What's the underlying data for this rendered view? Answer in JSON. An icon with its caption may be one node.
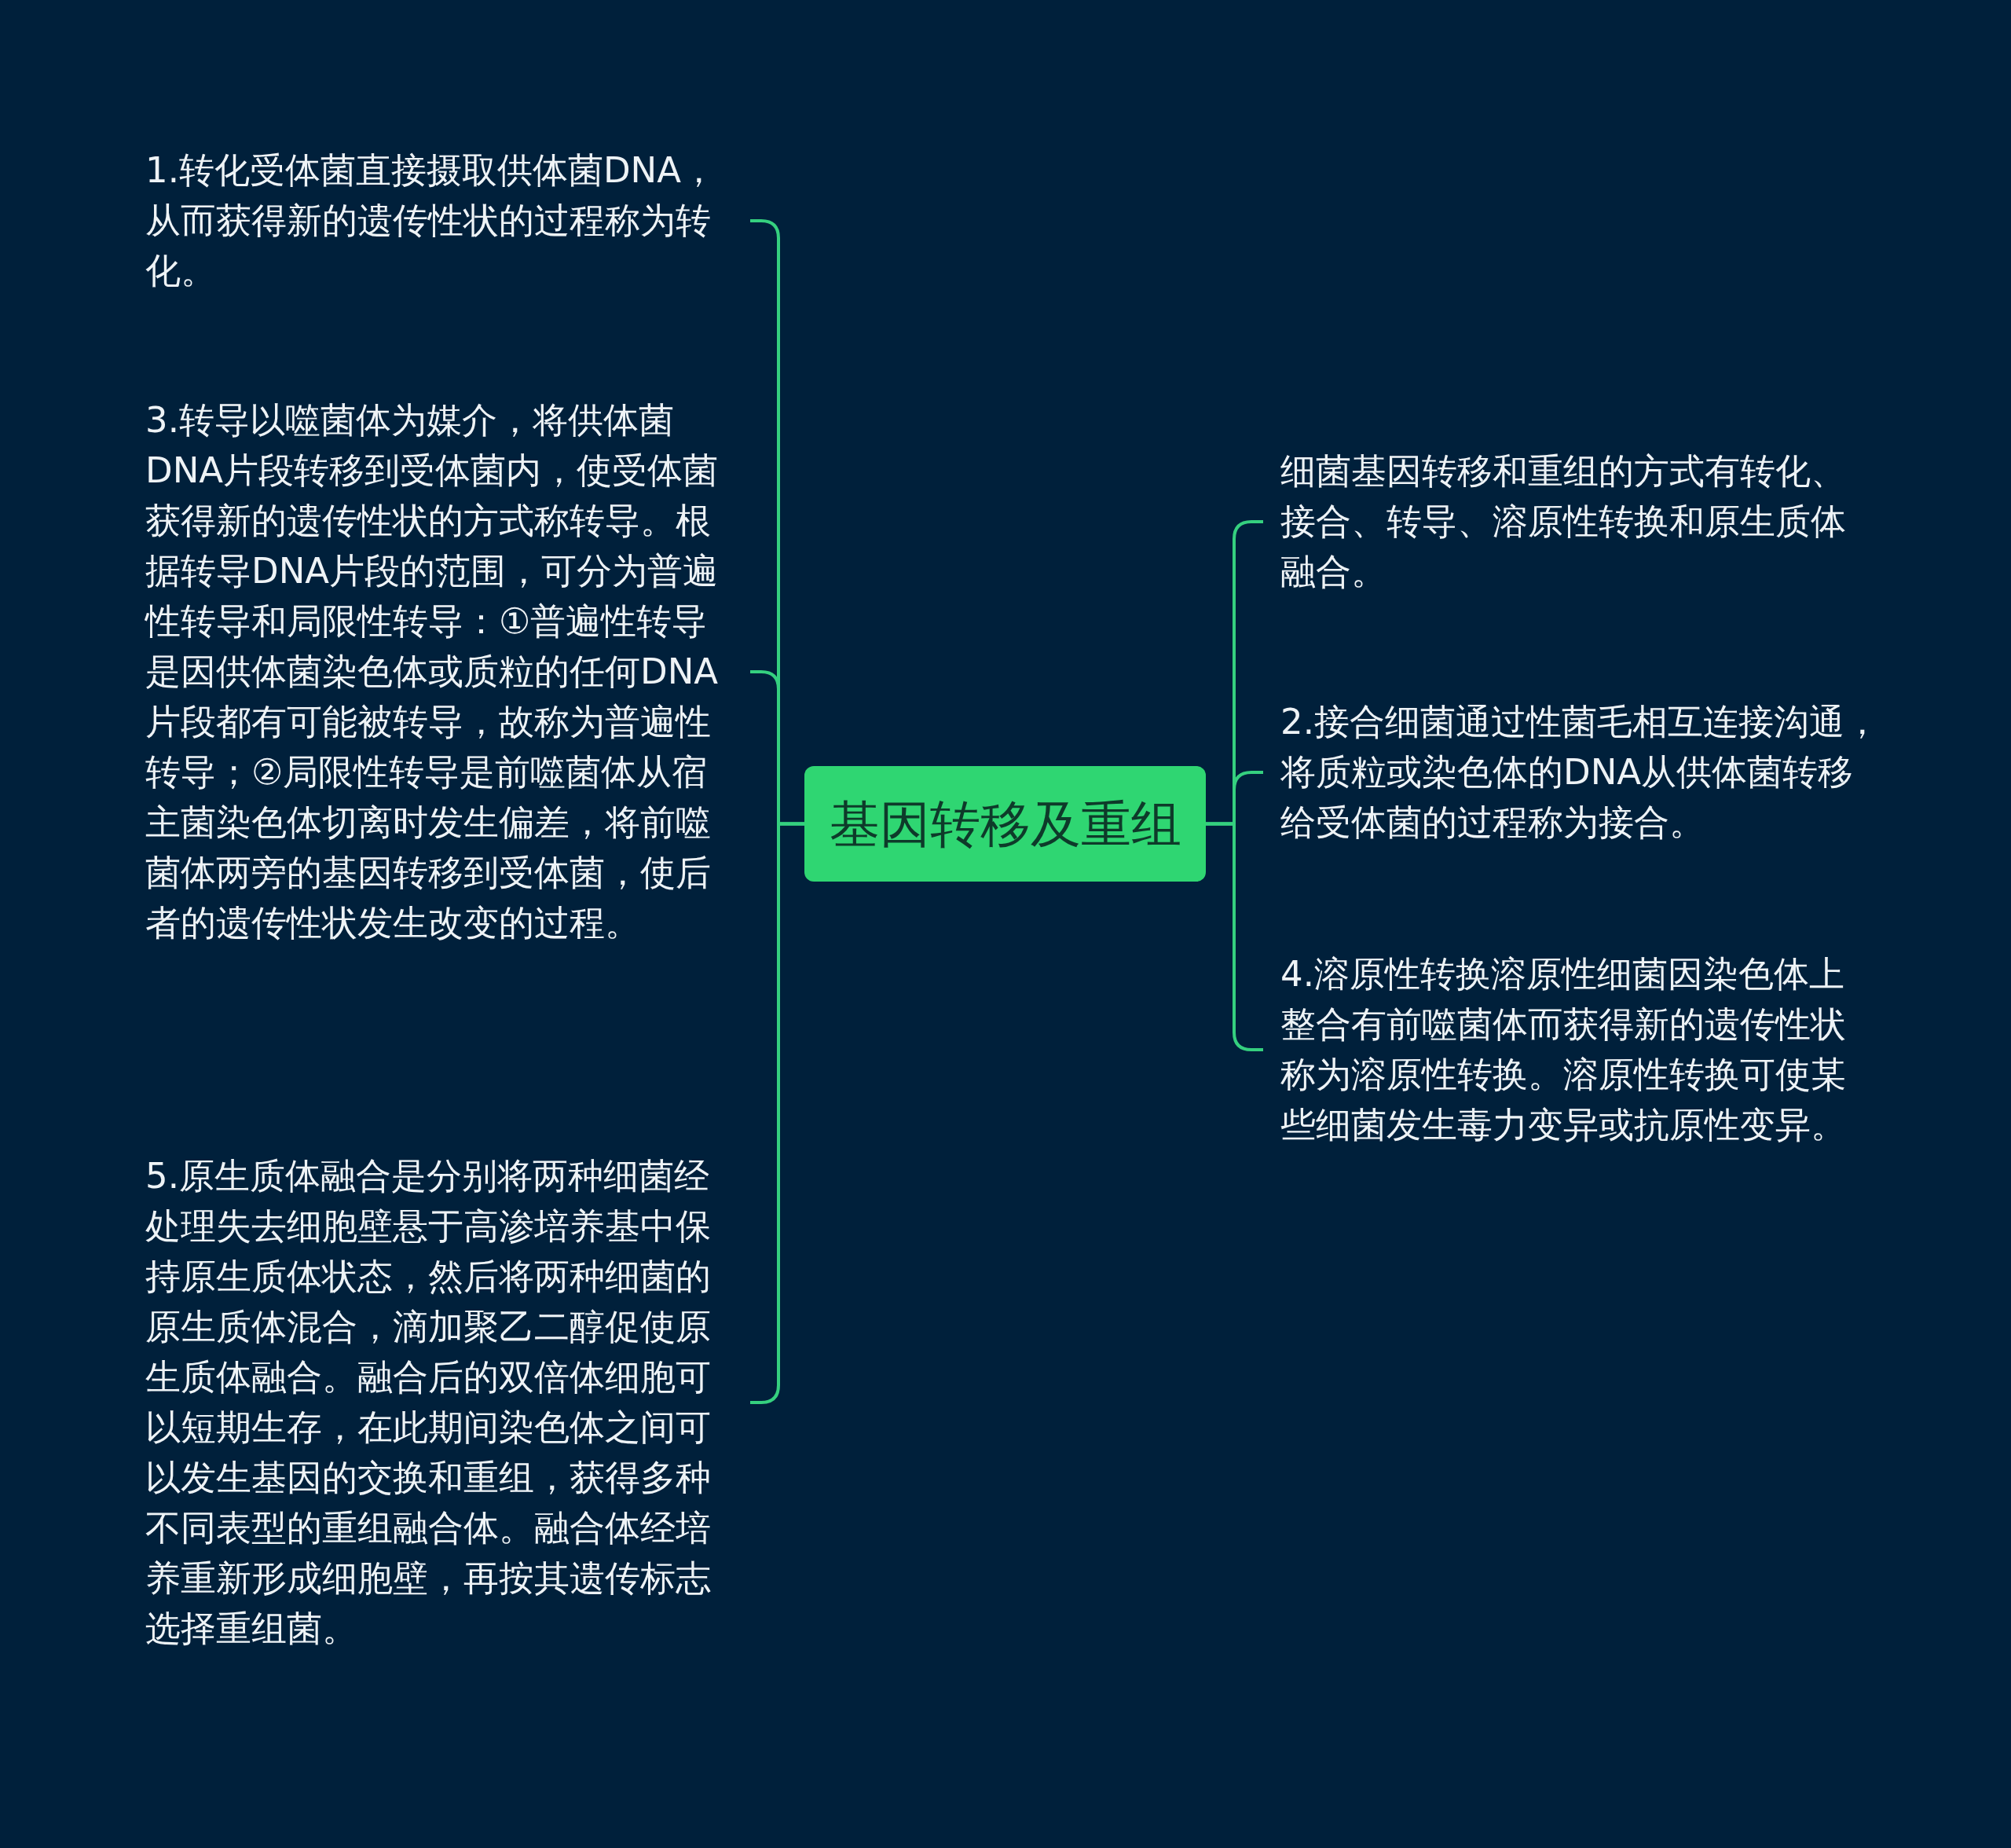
{
  "diagram": {
    "nodes": [
      {
        "text": [
          "基因转移及重组"
        ]
      },
      {
        "text": [
          "1.转化受体菌直接摄取供体菌DNA，从而获得新的遗传性状的过程称为转化。"
        ]
      },
      {
        "text": [
          "3.转导以噬菌体为媒介，将供体菌DNA片段转移到受体菌内，使受体菌获得新的遗传性状的方式称转导。根据转导DNA片段的范围，可分为普遍性转导和局限性转导：①普遍性转导是因供体菌染色体或质粒的任何DNA片段都有可能被转导，故称为普遍性转导；②局限性转导是前噬菌体从宿主菌染色体切离时发生偏差，将前噬菌体两旁的基因转移到受体菌，使后者的遗传性状发生改变的过程。"
        ]
      },
      {
        "text": [
          "5.原生质体融合是分别将两种细菌经处理失去细胞壁悬于高渗培养基中保持原生质体状态，然后将两种细菌的原生质体混合，滴加聚乙二醇促使原生质体融合。融合后的双倍体细胞可以短期生存，在此期间染色体之间可以发生基因的交换和重组，获得多种不同表型的重组融合体。融合体经培养重新形成细胞壁，再按其遗传标志选择重组菌。"
        ]
      },
      {
        "text": [
          "细菌基因转移和重组的方式有转化、接合、转导、溶原性转换和原生质体融合。"
        ]
      },
      {
        "text": [
          "2.接合细菌通过性菌毛相互连接沟通，将质粒或染色体的DNA从供体菌转移给受体菌的过程称为接合。"
        ]
      },
      {
        "text": [
          "4.溶原性转换溶原性细菌因染色体上整合有前噬菌体而获得新的遗传性状称为溶原性转换。溶原性转换可使某些细菌发生毒力变异或抗原性变异。"
        ]
      }
    ],
    "edges": [
      {
        "from": 0,
        "to": 1,
        "arrow": "none"
      },
      {
        "from": 0,
        "to": 2,
        "arrow": "none"
      },
      {
        "from": 0,
        "to": 3,
        "arrow": "none"
      },
      {
        "from": 0,
        "to": 4,
        "arrow": "none"
      },
      {
        "from": 0,
        "to": 5,
        "arrow": "none"
      },
      {
        "from": 0,
        "to": 6,
        "arrow": "none"
      }
    ]
  }
}
